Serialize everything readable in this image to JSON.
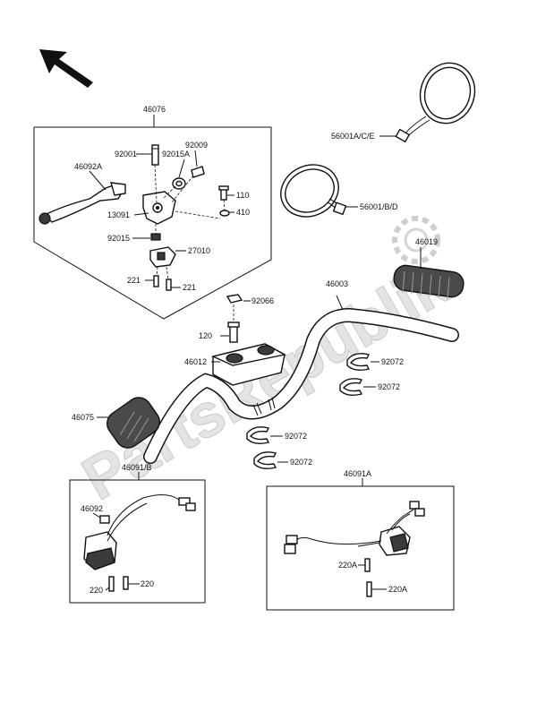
{
  "watermark": "PartsRepublik",
  "part_numbers": {
    "lever_assy": "46076",
    "lever": "46092A",
    "pin_92001": "92001",
    "bolt_92009": "92009",
    "collar_92015a": "92015A",
    "screw_110": "110",
    "holder_13091": "13091",
    "washer_410": "410",
    "nut_92015": "92015",
    "switch_27010": "27010",
    "screw_221_left": "221",
    "screw_221_right": "221",
    "mirror_right": "56001A/C/E",
    "mirror_left": "56001/B/D",
    "grip_right": "46019",
    "handlebar": "46003",
    "cap_92066": "92066",
    "bolt_120": "120",
    "holder_46012": "46012",
    "clamp_1": "92072",
    "clamp_2": "92072",
    "clamp_3": "92072",
    "clamp_4": "92072",
    "grip_left": "46075",
    "switch_left_assy": "46091/B",
    "switch_left_harness": "46092",
    "screw_220_a": "220",
    "screw_220_b": "220",
    "switch_right_assy": "46091A",
    "screw_220a_a": "220A",
    "screw_220a_b": "220A"
  }
}
